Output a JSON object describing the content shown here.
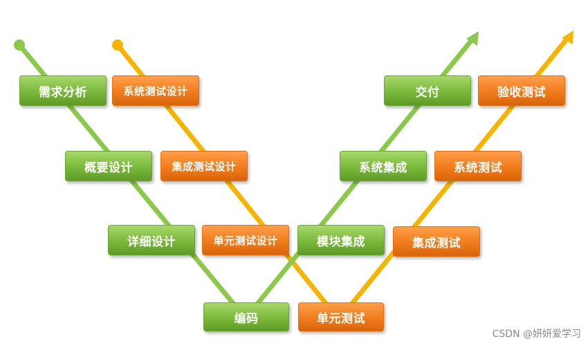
{
  "colors": {
    "green_line": "#8cc84b",
    "orange_line": "#f5b400",
    "green_box": "#7ab83c",
    "orange_box": "#f07c1c"
  },
  "boxes": {
    "req_analysis": "需求分析",
    "sys_test_design": "系统测试设计",
    "overview_design": "概要设计",
    "integ_test_design": "集成测试设计",
    "detail_design": "详细设计",
    "unit_test_design": "单元测试设计",
    "coding": "编码",
    "unit_test": "单元测试",
    "module_integ": "模块集成",
    "integ_test": "集成测试",
    "sys_integ": "系统集成",
    "sys_test": "系统测试",
    "delivery": "交付",
    "acceptance_test": "验收测试"
  },
  "watermark": "CSDN @妍妍爱学习"
}
